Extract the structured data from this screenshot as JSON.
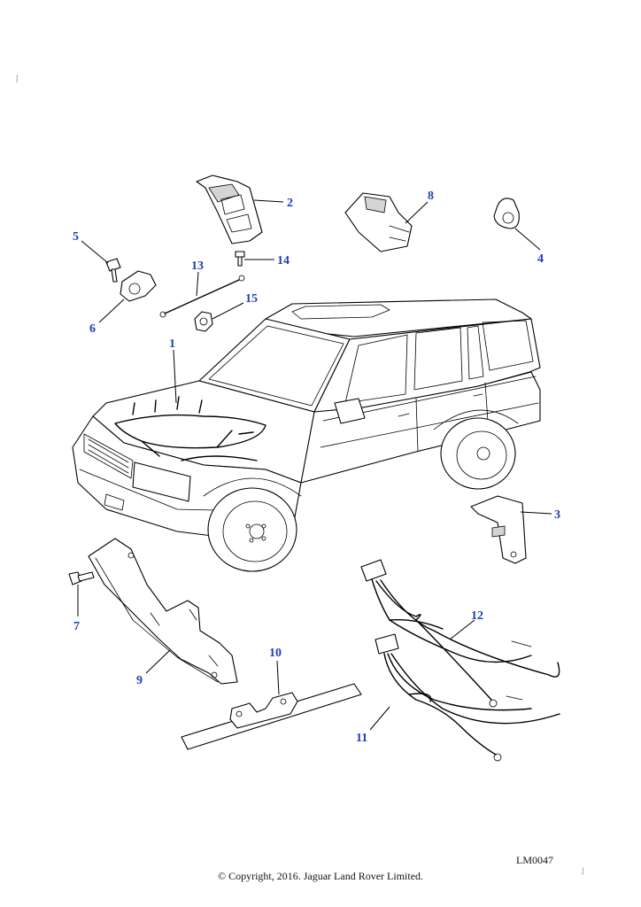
{
  "callouts": {
    "c1": "1",
    "c2": "2",
    "c3": "3",
    "c4": "4",
    "c5": "5",
    "c6": "6",
    "c7": "7",
    "c8": "8",
    "c9": "9",
    "c10": "10",
    "c11": "11",
    "c12": "12",
    "c13": "13",
    "c14": "14",
    "c15": "15"
  },
  "footer": {
    "reference_code": "LM0047",
    "copyright": "© Copyright, 2016. Jaguar Land Rover Limited."
  },
  "colors": {
    "callout": "#1a3fb8",
    "line": "#000000"
  }
}
